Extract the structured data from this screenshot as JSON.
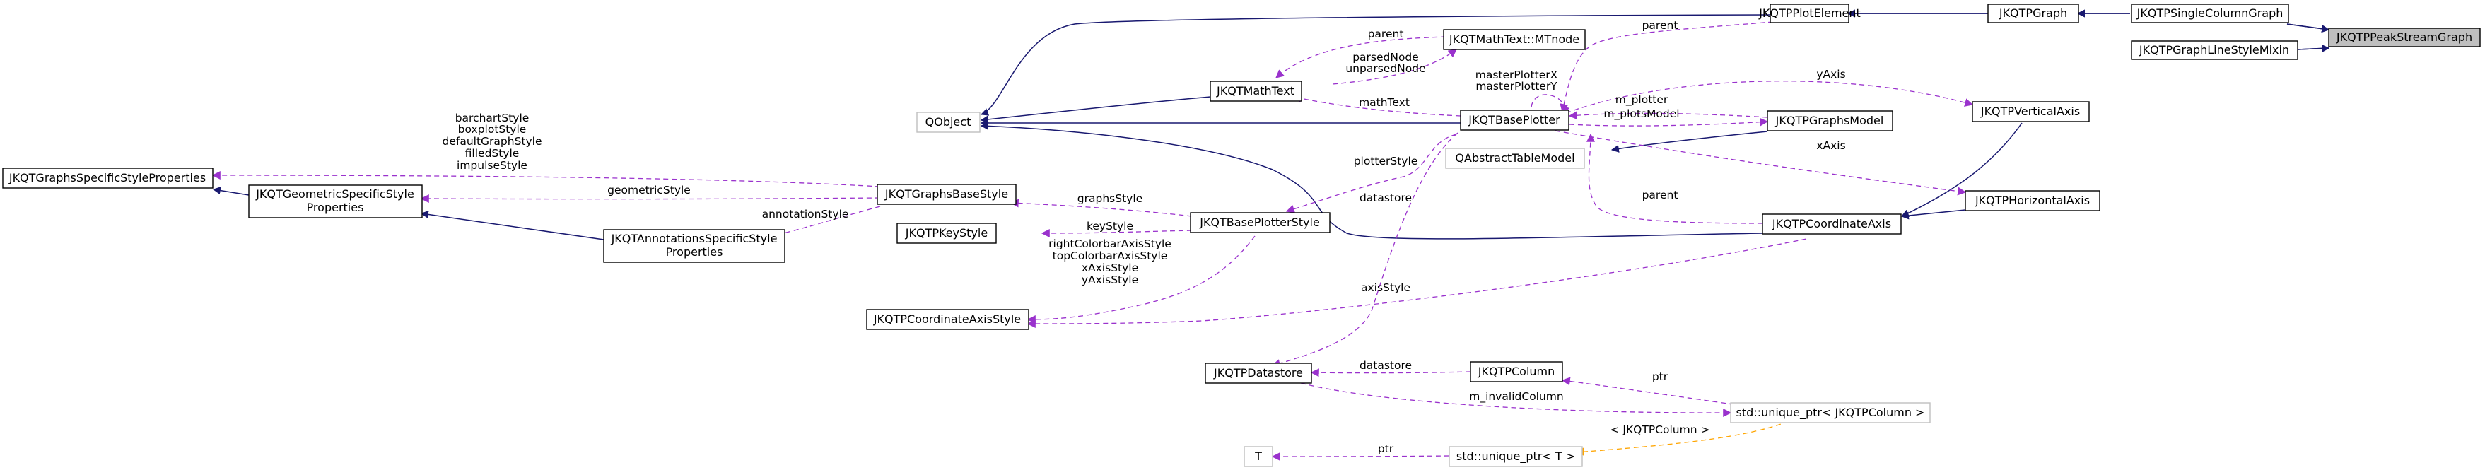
{
  "nodes": {
    "peak": {
      "lines": [
        "JKQTPPeakStreamGraph"
      ]
    },
    "single": {
      "lines": [
        "JKQTPSingleColumnGraph"
      ]
    },
    "linemixin": {
      "lines": [
        "JKQTPGraphLineStyleMixin"
      ]
    },
    "graph": {
      "lines": [
        "JKQTPGraph"
      ]
    },
    "plotelem": {
      "lines": [
        "JKQTPPlotElement"
      ]
    },
    "qobject": {
      "lines": [
        "QObject"
      ]
    },
    "mathtext": {
      "lines": [
        "JKQTMathText"
      ]
    },
    "mtnode": {
      "lines": [
        "JKQTMathText::MTnode"
      ]
    },
    "baseplotter": {
      "lines": [
        "JKQTBasePlotter"
      ]
    },
    "graphsmodel": {
      "lines": [
        "JKQTPGraphsModel"
      ]
    },
    "vaxis": {
      "lines": [
        "JKQTPVerticalAxis"
      ]
    },
    "haxis": {
      "lines": [
        "JKQTPHorizontalAxis"
      ]
    },
    "qabstract": {
      "lines": [
        "QAbstractTableModel"
      ]
    },
    "coordaxis": {
      "lines": [
        "JKQTPCoordinateAxis"
      ]
    },
    "gssp": {
      "lines": [
        "JKQTGraphsSpecificStyleProperties"
      ]
    },
    "geomsp": {
      "lines": [
        "JKQTGeometricSpecificStyle",
        "Properties"
      ]
    },
    "annotsp": {
      "lines": [
        "JKQTAnnotationsSpecificStyle",
        "Properties"
      ]
    },
    "graphsbase": {
      "lines": [
        "JKQTGraphsBaseStyle"
      ]
    },
    "keystyle": {
      "lines": [
        "JKQTPKeyStyle"
      ]
    },
    "bpstyle": {
      "lines": [
        "JKQTBasePlotterStyle"
      ]
    },
    "coordstyle": {
      "lines": [
        "JKQTPCoordinateAxisStyle"
      ]
    },
    "datastore": {
      "lines": [
        "JKQTPDatastore"
      ]
    },
    "column": {
      "lines": [
        "JKQTPColumn"
      ]
    },
    "uptrcol": {
      "lines": [
        "std::unique_ptr< JKQTPColumn >"
      ]
    },
    "tnode": {
      "lines": [
        "T"
      ]
    },
    "uptrT": {
      "lines": [
        "std::unique_ptr< T >"
      ]
    }
  },
  "edge_labels": {
    "parent_mtnode": [
      "parent"
    ],
    "parent_plotelem": [
      "parent"
    ],
    "parsed": [
      "parsedNode",
      "unparsedNode"
    ],
    "master": [
      "masterPlotterX",
      "masterPlotterY"
    ],
    "mathText": [
      "mathText"
    ],
    "m_plotter": [
      "m_plotter"
    ],
    "m_plotsModel": [
      "m_plotsModel"
    ],
    "yAxis": [
      "yAxis"
    ],
    "xAxis": [
      "xAxis"
    ],
    "plotterStyle": [
      "plotterStyle"
    ],
    "datastore_bp": [
      "datastore"
    ],
    "parent_coord": [
      "parent"
    ],
    "barchart": [
      "barchartStyle",
      "boxplotStyle",
      "defaultGraphStyle",
      "filledStyle",
      "impulseStyle"
    ],
    "geometricStyle": [
      "geometricStyle"
    ],
    "annotationStyle": [
      "annotationStyle"
    ],
    "graphsStyle": [
      "graphsStyle"
    ],
    "keyStyle": [
      "keyStyle"
    ],
    "axisStyles": [
      "rightColorbarAxisStyle",
      "topColorbarAxisStyle",
      "xAxisStyle",
      "yAxisStyle"
    ],
    "axisStyle": [
      "axisStyle"
    ],
    "datastore_col": [
      "datastore"
    ],
    "ptr_col": [
      "ptr"
    ],
    "m_invalidColumn": [
      "m_invalidColumn"
    ],
    "tmpl_arg": [
      "< JKQTPColumn >"
    ],
    "ptr_T": [
      "ptr"
    ]
  }
}
